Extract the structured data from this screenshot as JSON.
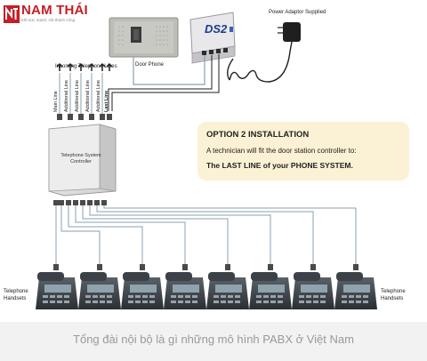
{
  "logo": {
    "name": "NAM THÁI",
    "tagline": "Kết sức mạnh, nối thành công"
  },
  "diagram": {
    "power_adaptor_label": "Power Adaptor Supplied",
    "door_phone_label": "Door Phone",
    "ds2_label": "DS2",
    "incoming_lines_label": "Incoming Telephone Lines",
    "line_labels": [
      "Main Line",
      "Additional Line",
      "Additional Line",
      "Additional Line",
      "Additional Line",
      "Last Line"
    ],
    "controller_label": "Telephone System Controller",
    "handsets_left_label": "Telephone Handsets",
    "handsets_right_label": "Telephone Handsets",
    "handset_count": 8
  },
  "info_box": {
    "title": "OPTION 2 INSTALLATION",
    "line1": "A technician will fit the door station controller to:",
    "line2": "The LAST LINE of your PHONE SYSTEM."
  },
  "caption": "Tổng đài nội bộ là gì những mô hình PABX ở Việt Nam",
  "colors": {
    "brand_red": "#c51e26",
    "info_box_bg": "#fbf1d4",
    "ds2_blue": "#1a3d8f",
    "caption_gray": "#9a9a9a"
  }
}
